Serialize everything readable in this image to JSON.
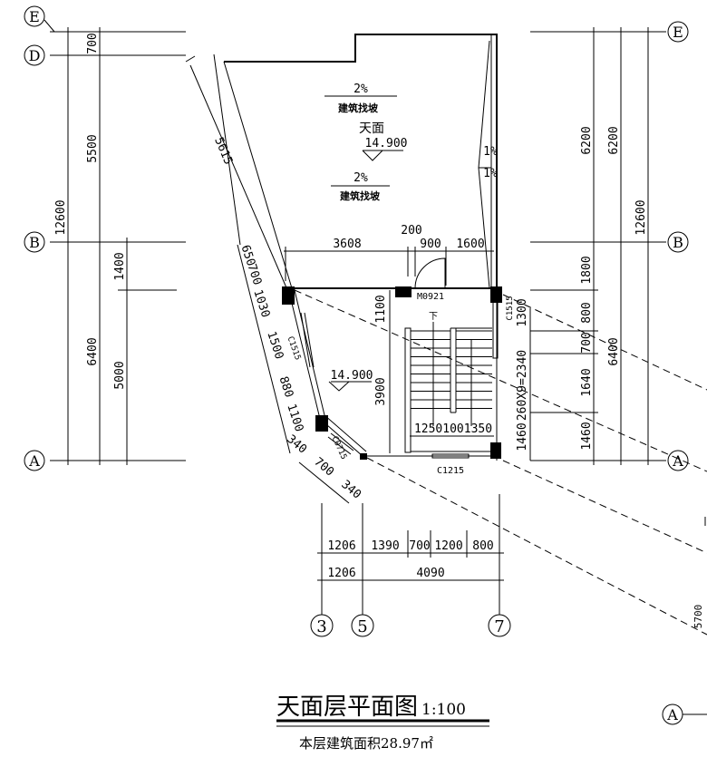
{
  "axes": {
    "E": "E",
    "D": "D",
    "B": "B",
    "A": "A",
    "n3": "3",
    "n5": "5",
    "n7": "7"
  },
  "left_dims": {
    "d700": "700",
    "d5500": "5500",
    "d12600": "12600",
    "d1400": "1400",
    "d6400": "6400",
    "d5000": "5000"
  },
  "right_dims": {
    "d6200a": "6200",
    "d6200b": "6200",
    "d12600": "12600",
    "d1800": "1800",
    "d800": "800",
    "d700": "700",
    "d6400": "6400",
    "d1640": "1640",
    "d1460": "1460"
  },
  "slant_dims": [
    "5615",
    "650",
    "700",
    "1030",
    "1500",
    "880",
    "1100",
    "340",
    "700",
    "340"
  ],
  "top_dims": {
    "d3608": "3608",
    "d200": "200",
    "d900": "900",
    "d1600": "1600"
  },
  "room_dims": {
    "d1100": "1100",
    "d3900": "3900",
    "d1300": "1300",
    "stairs": "260X9=2340",
    "d1460": "1460",
    "widths": "12501001350"
  },
  "bottom_dims": {
    "row1": [
      "1206",
      "1390",
      "700",
      "1200",
      "800"
    ],
    "row2": [
      "1206",
      "4090"
    ]
  },
  "labels": {
    "slope1": "2%",
    "slope1_note": "建筑找坡",
    "roof": "天面",
    "roof_elev": "14.900",
    "slope2": "2%",
    "slope2_note": "建筑找坡",
    "slope3": "1%",
    "slope4": "1%",
    "door": "M0921",
    "win_c1515a": "C1515",
    "win_c1515b": "C1515",
    "win_c0715": "C0715",
    "win_c1215": "C1215",
    "floor_elev": "14.900",
    "up": "下",
    "cut_dim": "5700"
  },
  "title": {
    "name": "天面层平面图",
    "scale": "1:100",
    "area": "本层建筑面积28.97㎡"
  }
}
